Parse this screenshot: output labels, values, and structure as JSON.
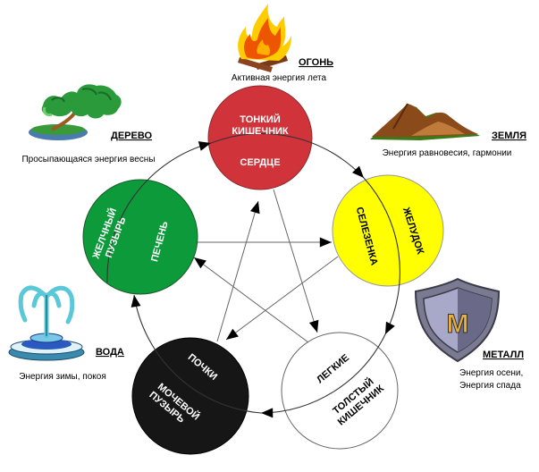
{
  "colors": {
    "fire": "#d0333a",
    "wood": "#0d9a3a",
    "earth": "#ffff00",
    "water": "#161616",
    "metal": "#ffffff",
    "line": "#555555",
    "arrow": "#000000"
  },
  "elements": {
    "fire": {
      "name": "ОГОНЬ",
      "description": "Активная энергия лета",
      "icon": "bonfire-icon",
      "organ_outer": [
        "ТОНКИЙ",
        "КИШЕЧНИК"
      ],
      "organ_inner": [
        "СЕРДЦЕ"
      ]
    },
    "earth": {
      "name": "ЗЕМЛЯ",
      "description": "Энергия равновесия, гармонии",
      "icon": "mountains-icon",
      "organ_outer": [
        "ЖЕЛУДОК"
      ],
      "organ_inner": [
        "СЕЛЕЗЕНКА"
      ]
    },
    "metal": {
      "name": "МЕТАЛЛ",
      "description": [
        "Энергия осени,",
        "Энергия спада"
      ],
      "icon": "shield-icon",
      "shield_letter": "M",
      "organ_outer": [
        "ТОЛСТЫЙ",
        "КИШЕЧНИК"
      ],
      "organ_inner": [
        "ЛЕГКИЕ"
      ]
    },
    "water": {
      "name": "ВОДА",
      "description": "Энергия зимы, покоя",
      "icon": "fountain-icon",
      "organ_outer": [
        "МОЧЕВОЙ",
        "ПУЗЫРЬ"
      ],
      "organ_inner": [
        "ПОЧКИ"
      ]
    },
    "wood": {
      "name": "ДЕРЕВО",
      "description": "Просыпающаяся энергия весны",
      "icon": "bonsai-tree-icon",
      "organ_outer": [
        "ЖЕЛЧНЫЙ",
        "ПУЗЫРЬ"
      ],
      "organ_inner": [
        "ПЕЧЕНЬ"
      ]
    }
  },
  "generating_cycle": [
    "wood",
    "fire",
    "earth",
    "metal",
    "water",
    "wood"
  ],
  "controlling_cycle": [
    [
      "wood",
      "earth"
    ],
    [
      "earth",
      "water"
    ],
    [
      "water",
      "fire"
    ],
    [
      "fire",
      "metal"
    ],
    [
      "metal",
      "wood"
    ]
  ]
}
